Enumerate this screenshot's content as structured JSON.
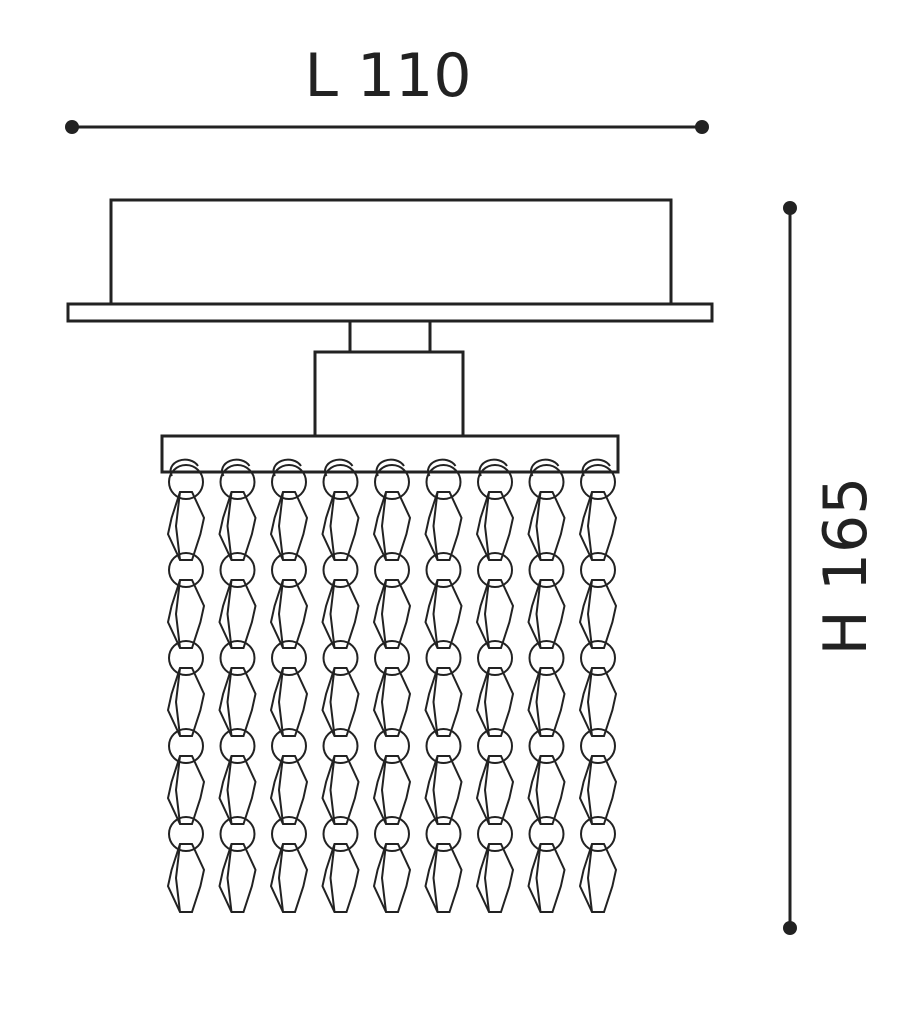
{
  "dimensions": {
    "length_label": "L 110",
    "height_label": "H 165"
  },
  "fixture": {
    "strand_count": 9,
    "beads_per_strand": 5
  },
  "colors": {
    "stroke": "#222222",
    "background": "#ffffff"
  }
}
